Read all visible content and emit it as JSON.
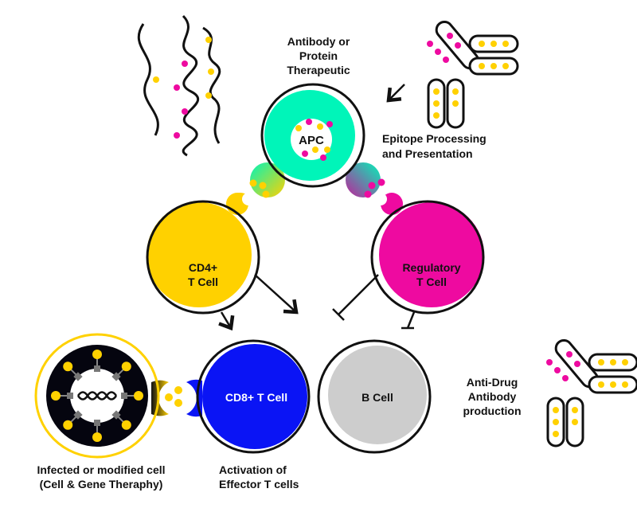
{
  "colors": {
    "apc": "#00F5B9",
    "cd4": "#FFD100",
    "regulatory": "#EE0AA0",
    "cd8": "#0A14F5",
    "bcell": "#CDCDCD",
    "infected": "#05050F"
  },
  "labels": {
    "therapeutic": [
      "Antibody or",
      "Protein",
      "Therapeutic"
    ],
    "epitope": [
      "Epitope Processing",
      "and Presentation"
    ],
    "apc": "APC",
    "cd4": [
      "CD4+",
      "T Cell"
    ],
    "regulatory": [
      "Regulatory",
      "T Cell"
    ],
    "cd8": "CD8+ T Cell",
    "bcell": "B Cell",
    "ada": [
      "Anti-Drug",
      "Antibody",
      "production"
    ],
    "infected": [
      "Infected or modified cell",
      "(Cell & Gene Theraphy)"
    ],
    "activation": [
      "Activation of",
      "Effector T cells"
    ]
  }
}
